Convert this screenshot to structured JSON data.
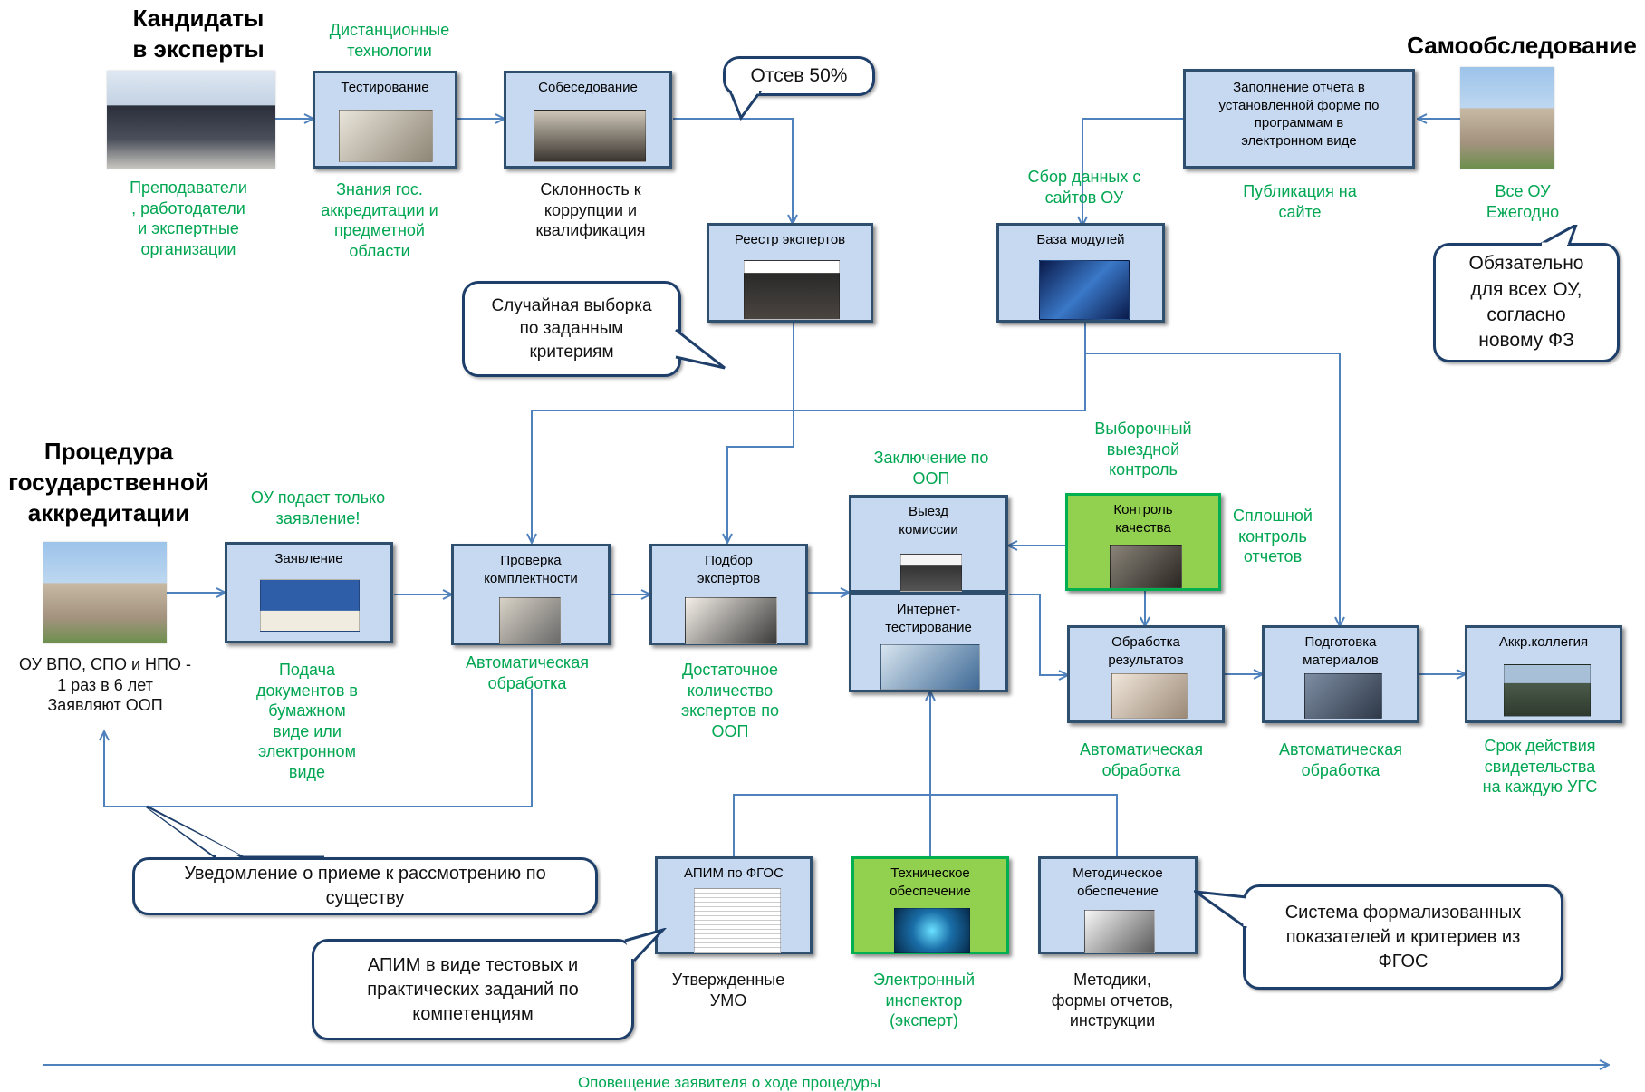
{
  "headings": {
    "candidates": "Кандидаты\nв эксперты",
    "self_assessment": "Самообследование",
    "procedure": "Процедура\nгосударственной\nаккредитации"
  },
  "boxes": {
    "testing": "Тестирование",
    "interview": "Собеседование",
    "registry": "Реестр экспертов",
    "report_fill": "Заполнение отчета в\nустановленной форме по\nпрограммам в\nэлектронном виде",
    "modules_db": "База модулей",
    "application": "Заявление",
    "completeness": "Проверка\nкомплектности",
    "expert_selection": "Подбор\nэкспертов",
    "commission_visit": "Выезд\nкомиссии",
    "internet_testing": "Интернет-\nтестирование",
    "quality_control": "Контроль\nкачества",
    "results_processing": "Обработка\nрезультатов",
    "materials_prep": "Подготовка\nматериалов",
    "collegium": "Аккр.коллегия",
    "apim": "АПИМ по ФГОС",
    "tech_support": "Техническое\nобеспечение",
    "method_support": "Методическое\nобеспечение"
  },
  "labels": {
    "distance_tech": "Дистанционные\nтехнологии",
    "teachers": "Преподаватели\n, работодатели\nи экспертные\nорганизации",
    "knowledge": "Знания гос.\nаккредитации и\nпредметной\nобласти",
    "corruption": "Склонность к\nкоррупции и\nквалификация",
    "data_collection": "Сбор данных с\nсайтов ОУ",
    "publication": "Публикация на\nсайте",
    "all_ou": "Все ОУ\nЕжегодно",
    "ou_submits": "ОУ подает только\nзаявление!",
    "ou_types": "ОУ ВПО, СПО и НПО -\n1 раз в 6 лет\nЗаявляют ООП",
    "paper_docs": "Подача\nдокументов в\nбумажном\nвиде или\nэлектронном\nвиде",
    "auto_processing_1": "Автоматическая\nобработка",
    "enough_experts": "Достаточное\nколичество\nэкспертов по\nООП",
    "conclusion": "Заключение по\nООП",
    "selective_control": "Выборочный\nвыездной\nконтроль",
    "continuous_control": "Сплошной\nконтроль\nотчетов",
    "auto_processing_2": "Автоматическая\nобработка",
    "auto_processing_3": "Автоматическая\nобработка",
    "validity": "Срок действия\nсвидетельства\nна каждую УГС",
    "approved_umo": "Утвержденные\nУМО",
    "e_inspector": "Электронный\nинспектор\n(эксперт)",
    "methods": "Методики,\nформы отчетов,\nинструкции",
    "notification": "Оповещение заявителя о ходе процедуры"
  },
  "callouts": {
    "dropout": "Отсев 50%",
    "mandatory": "Обязательно\nдля всех ОУ,\nсогласно\nновому ФЗ",
    "random_sample": "Случайная выборка\nпо заданным\nкритериям",
    "acceptance": "Уведомление о приеме к рассмотрению по\nсуществу",
    "apim_tasks": "АПИМ в виде тестовых и\nпрактических заданий по\nкомпетенциям",
    "formal_system": "Система формализованных\nпоказателей и критериев из\nФГОС"
  },
  "colors": {
    "box_fill": "#c6d9f1",
    "box_border": "#2f4f6f",
    "green_box_fill": "#92d050",
    "green_text": "#00a651",
    "arrow": "#4f81bd"
  },
  "icons": {
    "arrow": "arrow-icon"
  }
}
